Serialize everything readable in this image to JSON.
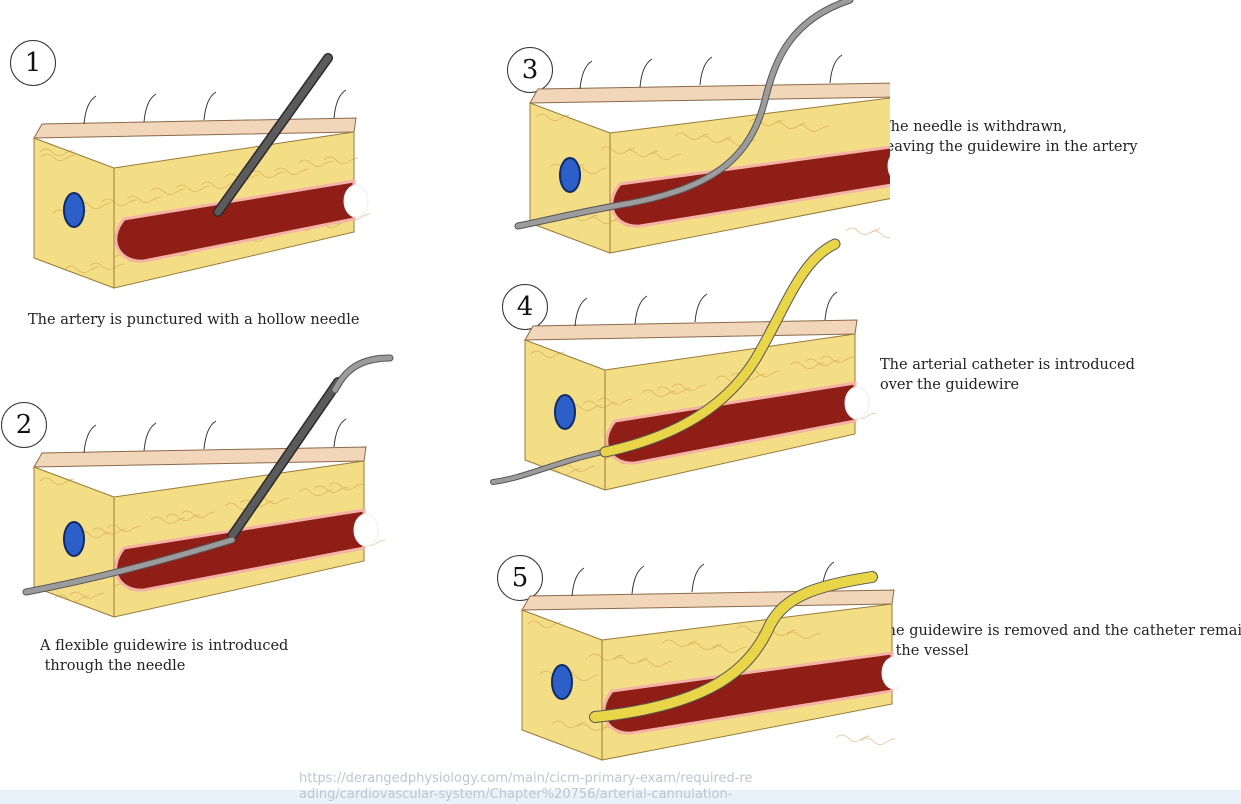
{
  "steps": [
    {
      "number": "1",
      "caption": "The artery is punctured with a hollow needle"
    },
    {
      "number": "2",
      "caption": "A flexible guidewire is introduced\n through the needle"
    },
    {
      "number": "3",
      "caption": "The needle is withdrawn,\nleaving the guidewire in the artery"
    },
    {
      "number": "4",
      "caption": "The arterial catheter is introduced\nover the guidewire"
    },
    {
      "number": "5",
      "caption": "The guidewire is removed and the catheter remains\nin the vessel"
    }
  ],
  "source_url": "https://derangedphysiology.com/main/cicm-primary-exam/required-reading/cardiovascular-system/Chapter%20756/arterial-cannulation-",
  "colors": {
    "fat": "#f3de86",
    "fat_vein": "#c8892f",
    "skin": "#f1d6b9",
    "artery": "#8e1e16",
    "vein": "#2c5fc7",
    "needle": "#5b5b5b",
    "guidewire": "#9c9c9c",
    "catheter": "#e8d648"
  },
  "icons": [
    "needle-icon",
    "guidewire-icon",
    "catheter-icon"
  ]
}
